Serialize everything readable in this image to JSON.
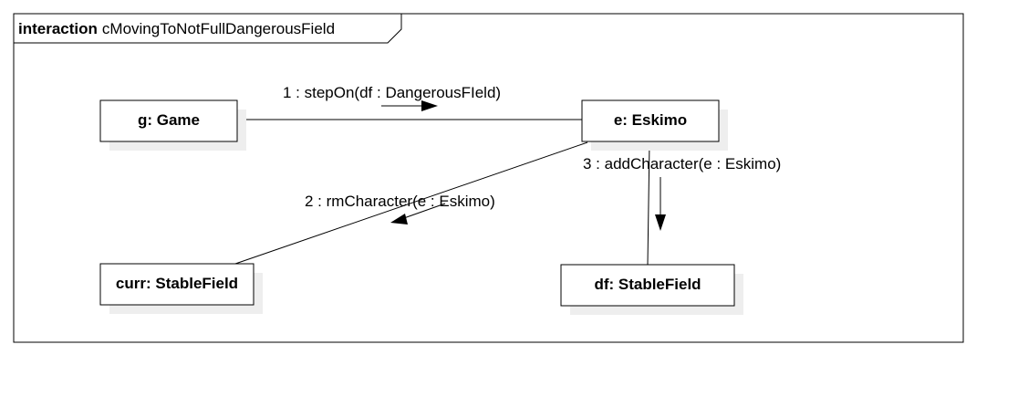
{
  "frame": {
    "keyword": "interaction",
    "name": "cMovingToNotFullDangerousField"
  },
  "objects": {
    "game": "g: Game",
    "eskimo": "e: Eskimo",
    "curr": "curr: StableField",
    "df": "df: StableField"
  },
  "messages": {
    "m1": "1 : stepOn(df : DangerousFIeld)",
    "m2": "2 : rmCharacter(e : Eskimo)",
    "m3": "3 : addCharacter(e : Eskimo)"
  },
  "colors": {
    "line": "#000000",
    "shadow": "#eeeeee",
    "background": "#ffffff"
  }
}
